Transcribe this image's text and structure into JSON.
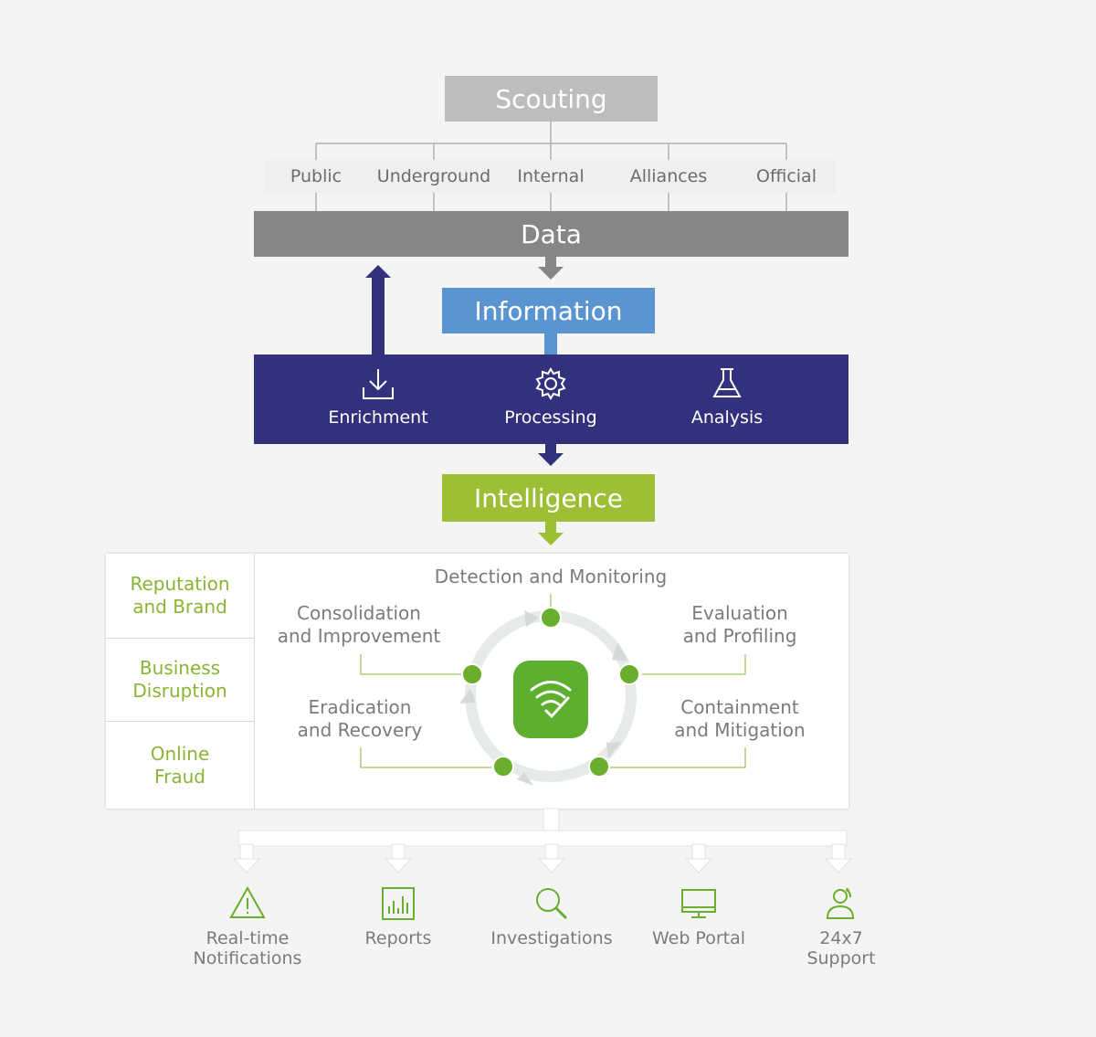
{
  "scouting": "Scouting",
  "sources": [
    "Public",
    "Underground",
    "Internal",
    "Alliances",
    "Official"
  ],
  "data": "Data",
  "information": "Information",
  "processing_steps": [
    {
      "label": "Enrichment",
      "icon": "download-icon"
    },
    {
      "label": "Processing",
      "icon": "gear-icon"
    },
    {
      "label": "Analysis",
      "icon": "flask-icon"
    }
  ],
  "intelligence": "Intelligence",
  "focus_areas": [
    {
      "line1": "Reputation",
      "line2": "and Brand"
    },
    {
      "line1": "Business",
      "line2": "Disruption"
    },
    {
      "line1": "Online",
      "line2": "Fraud"
    }
  ],
  "cycle": {
    "top": "Detection and Monitoring",
    "top_right": {
      "line1": "Evaluation",
      "line2": "and Profiling"
    },
    "bottom_right": {
      "line1": "Containment",
      "line2": "and Mitigation"
    },
    "bottom_left": {
      "line1": "Eradication",
      "line2": "and Recovery"
    },
    "top_left": {
      "line1": "Consolidation",
      "line2": "and Improvement"
    },
    "center_icon": "wifi-shield-icon"
  },
  "outputs": [
    {
      "line1": "Real-time",
      "line2": "Notifications",
      "icon": "warning-icon"
    },
    {
      "line1": "Reports",
      "line2": "",
      "icon": "bar-chart-icon"
    },
    {
      "line1": "Investigations",
      "line2": "",
      "icon": "magnifier-icon"
    },
    {
      "line1": "Web Portal",
      "line2": "",
      "icon": "monitor-icon"
    },
    {
      "line1": "24x7",
      "line2": "Support",
      "icon": "support-user-icon"
    }
  ],
  "colors": {
    "scouting": "#bdbdbd",
    "data": "#868686",
    "information": "#5b95d1",
    "processing": "#32317e",
    "intelligence": "#9cbf35",
    "accent_green": "#8ab534"
  }
}
